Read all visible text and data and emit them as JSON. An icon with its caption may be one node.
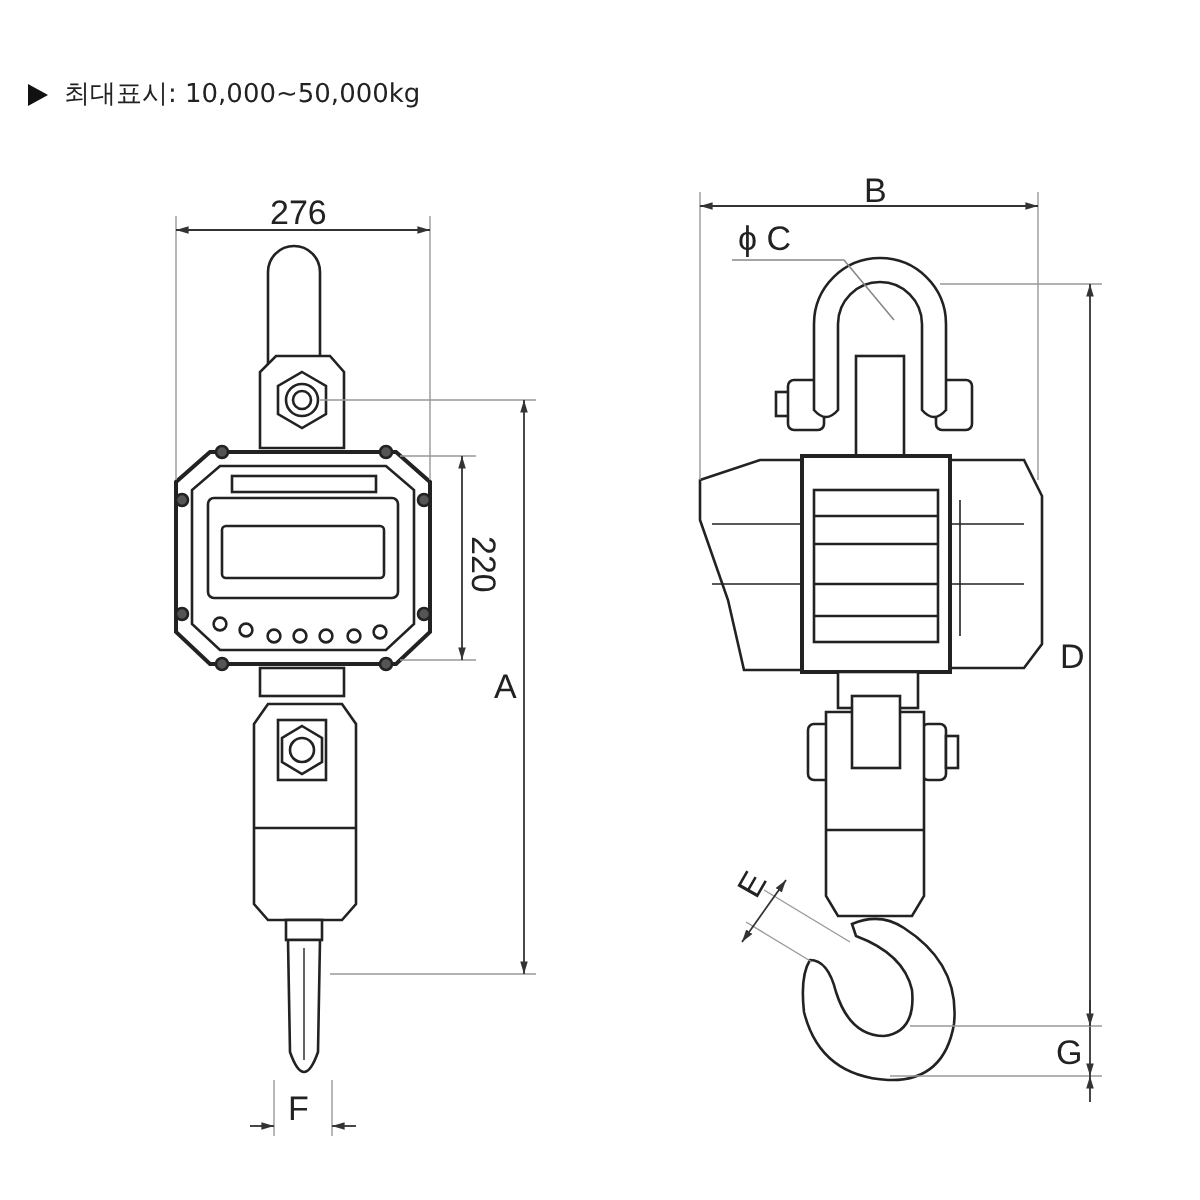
{
  "diagram": {
    "title": "최대표시: 10,000~50,000kg",
    "labels": [
      "276",
      "220",
      "A",
      "B",
      "ϕ C",
      "D",
      "E",
      "F",
      "G"
    ]
  }
}
